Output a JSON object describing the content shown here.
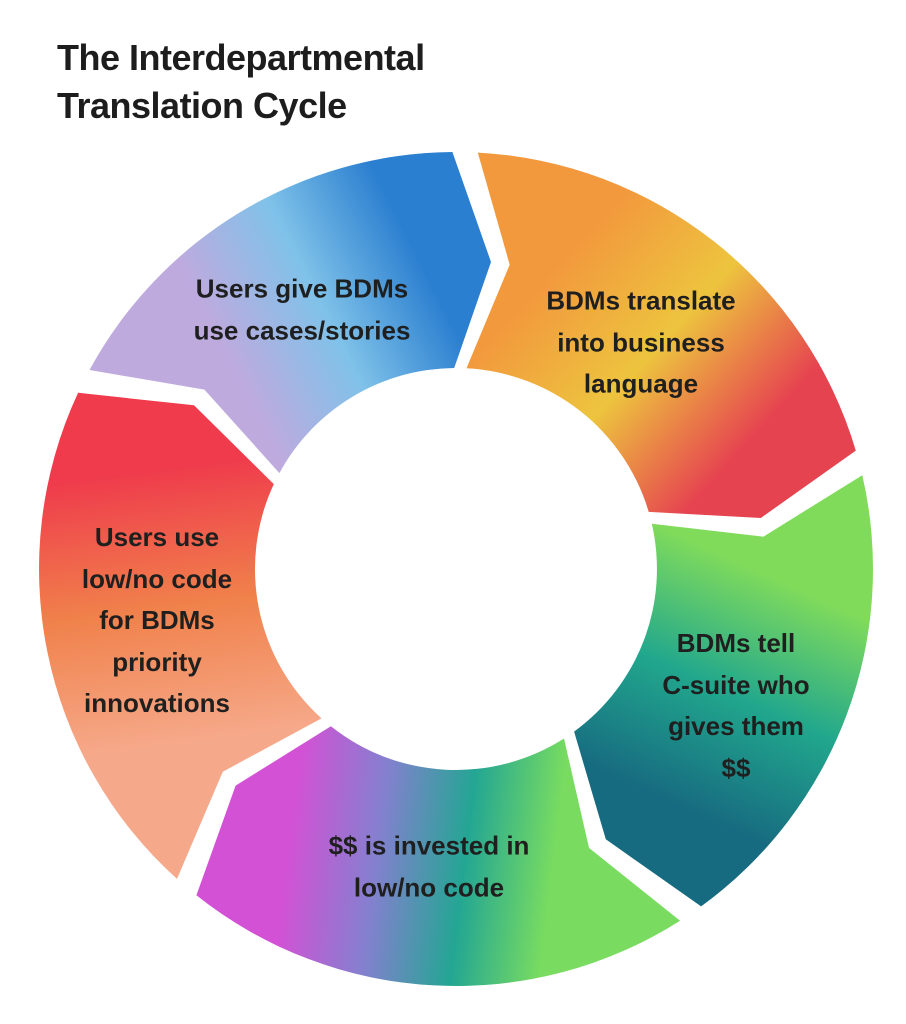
{
  "title": "The Interdepartmental\nTranslation Cycle",
  "text_color": "#1f1f1f",
  "background": "#ffffff",
  "chart_data": {
    "type": "cycle-diagram",
    "direction": "clockwise",
    "segment_count": 5,
    "segments": [
      {
        "id": "users-give-bdms",
        "label": "Users give BDMs\nuse cases/stories",
        "position": "top-left",
        "start": 298.5,
        "end": 359.5,
        "gradient": [
          "#bfaade",
          "#7fc2e9",
          "#2b7fd0"
        ]
      },
      {
        "id": "bdms-translate",
        "label": "BDMs translate\ninto business\nlanguage",
        "position": "top-right",
        "start": 3,
        "end": 73.5,
        "gradient": [
          "#f2983d",
          "#edc43e",
          "#e64350"
        ]
      },
      {
        "id": "bdms-tell-c-suite",
        "label": "BDMs tell\nC-suite who\ngives them\n$$",
        "position": "right",
        "start": 77,
        "end": 144,
        "gradient": [
          "#80db5b",
          "#21a78d",
          "#176b80"
        ]
      },
      {
        "id": "money-invested",
        "label": "$$ is invested in\nlow/no code",
        "position": "bottom",
        "start": 147.5,
        "end": 218.5,
        "gradient": [
          "#79dc60",
          "#23a693",
          "#8480cf",
          "#d351d5"
        ]
      },
      {
        "id": "users-use-low-no-code",
        "label": "Users use\nlow/no code\nfor BDMs\npriority\ninnovations",
        "position": "left",
        "start": 222,
        "end": 295,
        "gradient": [
          "#f6a98a",
          "#f0814b",
          "#ef3b4c"
        ]
      }
    ]
  }
}
